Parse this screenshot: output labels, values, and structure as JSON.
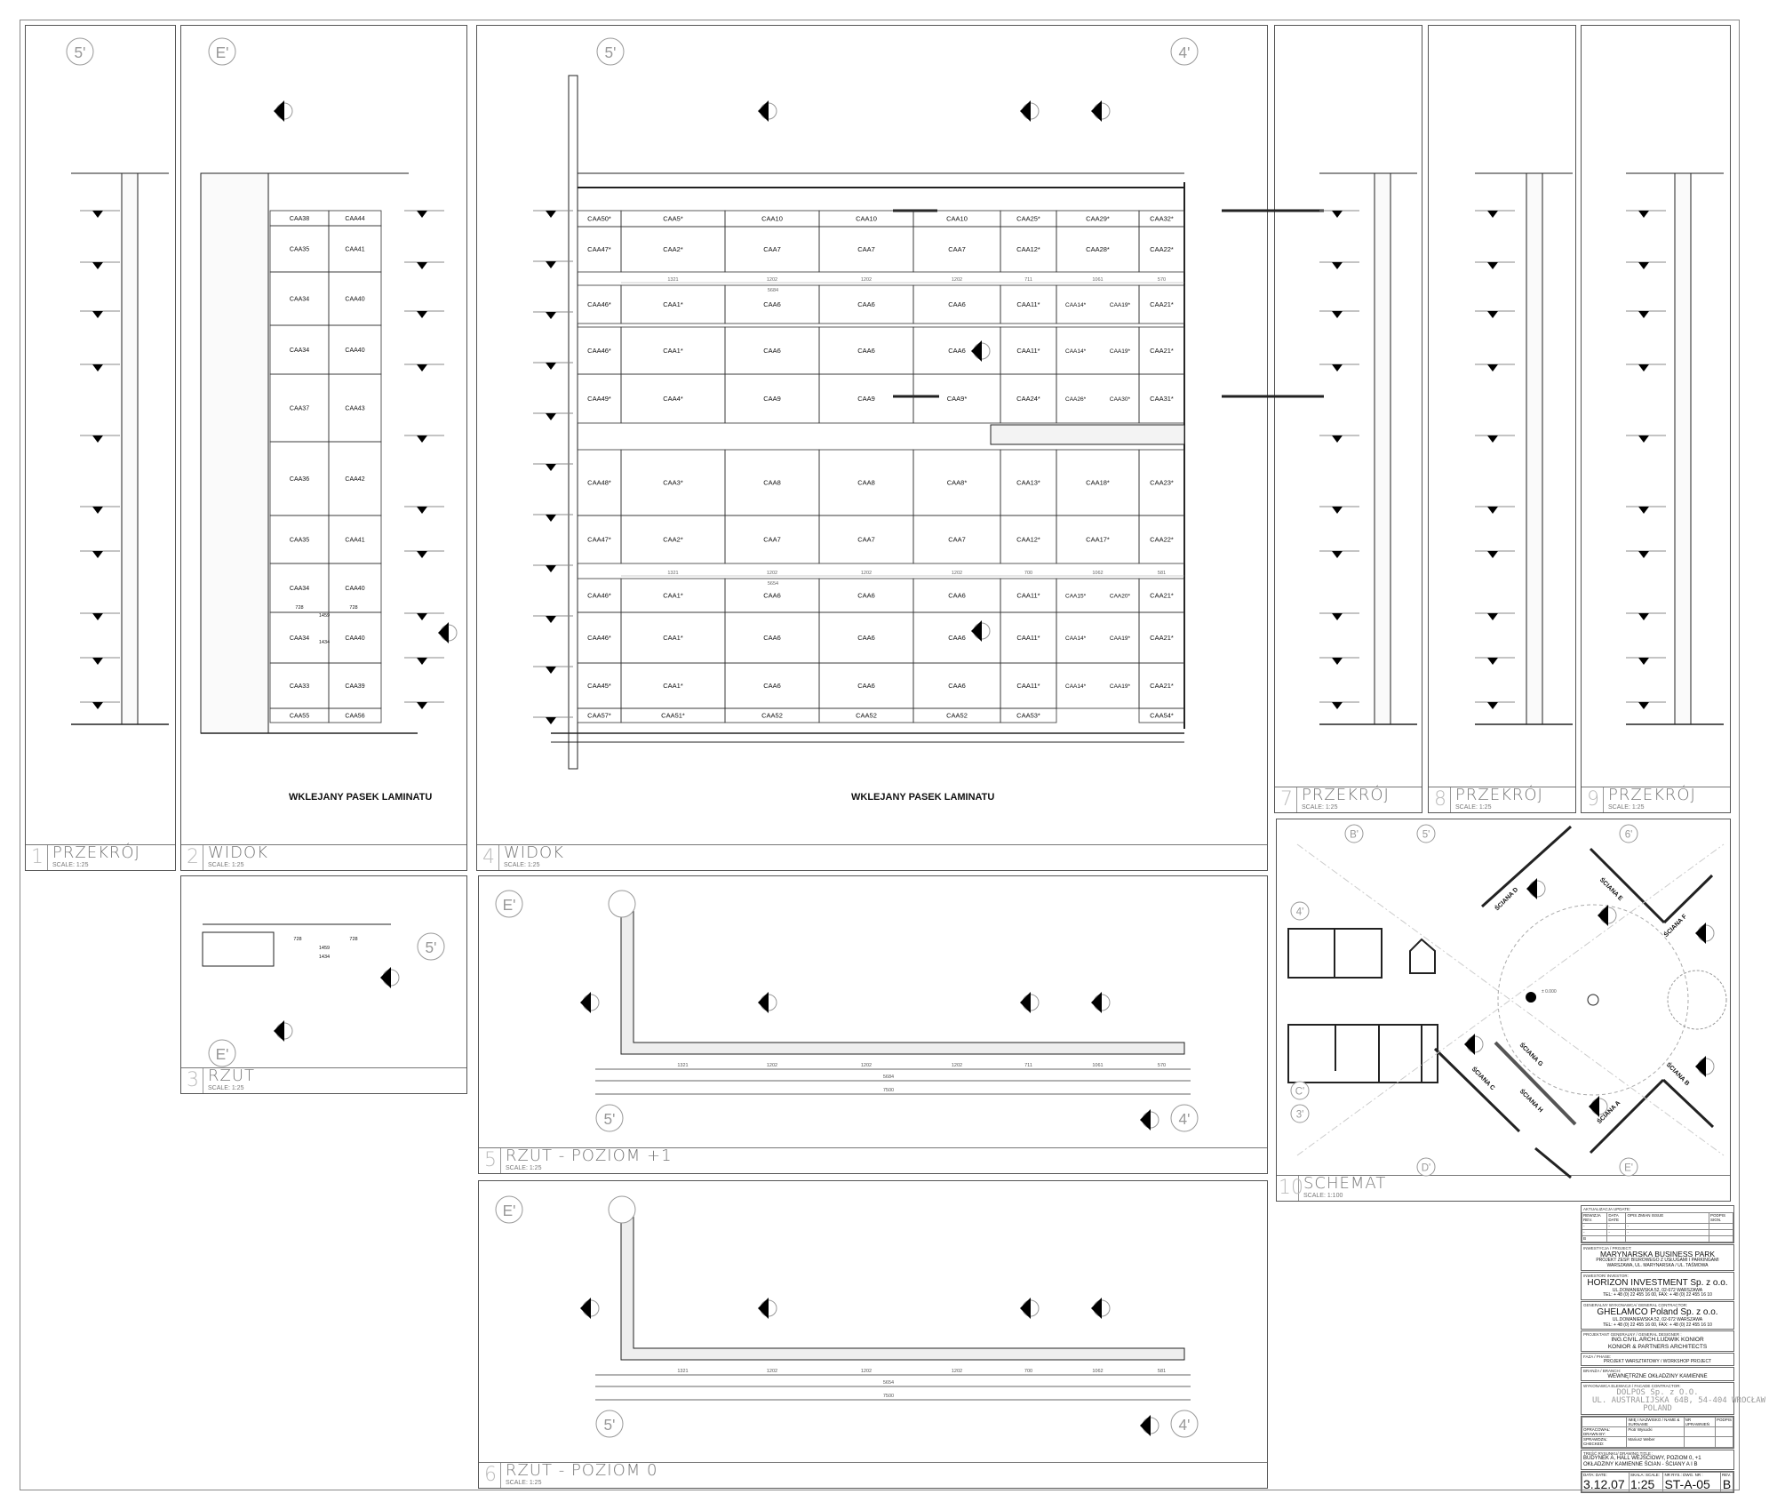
{
  "sheet": {
    "panels": [
      {
        "num": "1",
        "name": "PRZEKRÓJ",
        "scale": "SCALE: 1:25"
      },
      {
        "num": "2",
        "name": "WIDOK",
        "scale": "SCALE: 1:25"
      },
      {
        "num": "3",
        "name": "RZUT",
        "scale": "SCALE: 1:25"
      },
      {
        "num": "4",
        "name": "WIDOK",
        "scale": "SCALE: 1:25"
      },
      {
        "num": "5",
        "name": "RZUT  -  POZIOM +1",
        "scale": "SCALE: 1:25"
      },
      {
        "num": "6",
        "name": "RZUT  -  POZIOM 0",
        "scale": "SCALE: 1:25"
      },
      {
        "num": "7",
        "name": "PRZEKRÓJ",
        "scale": "SCALE: 1:25"
      },
      {
        "num": "8",
        "name": "PRZEKRÓJ",
        "scale": "SCALE: 1:25"
      },
      {
        "num": "9",
        "name": "PRZEKRÓJ",
        "scale": "SCALE: 1:25"
      },
      {
        "num": "10",
        "name": "SCHEMAT",
        "scale": "SCALE: 1:100"
      }
    ],
    "notes": {
      "laminate_strip": "WKLEJANY PASEK LAMINATU"
    },
    "grid_axes": {
      "a5": "5'",
      "e": "E'",
      "a4": "4'",
      "b": "B'",
      "a6": "6'",
      "c": "C'",
      "a3": "3'",
      "d": "D'"
    }
  },
  "elevation_main": {
    "rows": [
      [
        "CAA50*",
        "CAA5*",
        "CAA10",
        "CAA10",
        "CAA10",
        "CAA25*",
        "CAA29*",
        "CAA32*"
      ],
      [
        "CAA47*",
        "CAA2*",
        "CAA7",
        "CAA7",
        "CAA7",
        "CAA12*",
        "CAA28*",
        "CAA22*"
      ],
      [
        "CAA46*",
        "CAA1*",
        "CAA6",
        "CAA6",
        "CAA6",
        "CAA11*",
        [
          "CAA14*",
          "CAA19*"
        ],
        "CAA21*"
      ],
      [
        "CAA46*",
        "CAA1*",
        "CAA6",
        "CAA6",
        "CAA6",
        "CAA11*",
        [
          "CAA14*",
          "CAA19*"
        ],
        "CAA21*"
      ],
      [
        "CAA49*",
        "CAA4*",
        "CAA9",
        "CAA9",
        "CAA9*",
        "CAA24*",
        [
          "CAA26*",
          "CAA30*"
        ],
        "CAA31*"
      ],
      [
        "CAA48*",
        "CAA3*",
        "CAA8",
        "CAA8",
        "CAA8*",
        "CAA13*",
        "CAA18*",
        "CAA23*"
      ],
      [
        "CAA47*",
        "CAA2*",
        "CAA7",
        "CAA7",
        "CAA7",
        "CAA12*",
        "CAA17*",
        "CAA22*"
      ],
      [
        "CAA46*",
        "CAA1*",
        "CAA6",
        "CAA6",
        "CAA6",
        "CAA11*",
        [
          "CAA15*",
          "CAA20*"
        ],
        "CAA21*"
      ],
      [
        "CAA46*",
        "CAA1*",
        "CAA6",
        "CAA6",
        "CAA6",
        "CAA11*",
        [
          "CAA14*",
          "CAA19*"
        ],
        "CAA21*"
      ],
      [
        "CAA45*",
        "CAA1*",
        "CAA6",
        "CAA6",
        "CAA6",
        "CAA11*",
        [
          "CAA14*",
          "CAA19*"
        ],
        "CAA21*"
      ],
      [
        "CAA57*",
        "CAA51*",
        "CAA52",
        "CAA52",
        "CAA52",
        "CAA53*",
        "",
        "CAA54*"
      ]
    ],
    "dims_upper": [
      "1321",
      "1202",
      "1202",
      "1202",
      "711",
      "1061",
      "570"
    ],
    "dims_lower": [
      "1321",
      "1202",
      "1202",
      "1202",
      "700",
      "1062",
      "581"
    ],
    "dim_total_upper": "5684",
    "dim_total_lower": "5654"
  },
  "elevation_side": {
    "rows": [
      [
        "CAA38",
        "CAA44"
      ],
      [
        "CAA35",
        "CAA41"
      ],
      [
        "CAA34",
        "CAA40"
      ],
      [
        "CAA34",
        "CAA40"
      ],
      [
        "CAA37",
        "CAA43"
      ],
      [
        "CAA36",
        "CAA42"
      ],
      [
        "CAA35",
        "CAA41"
      ],
      [
        "CAA34",
        "CAA40"
      ],
      [
        "CAA34",
        "CAA40"
      ],
      [
        "CAA33",
        "CAA39"
      ],
      [
        "CAA55",
        "CAA56"
      ]
    ],
    "dims": [
      "728",
      "728",
      "1459",
      "1434"
    ]
  },
  "plans": {
    "level1_dims": [
      "1321",
      "1202",
      "1202",
      "1202",
      "711",
      "1061",
      "570"
    ],
    "level1_total": "5684",
    "level0_dims": [
      "1321",
      "1202",
      "1202",
      "1202",
      "700",
      "1062",
      "581"
    ],
    "level0_total": "5654",
    "overall": "7500"
  },
  "schemat": {
    "walls": [
      "ŚCIANA A",
      "ŚCIANA B",
      "ŚCIANA C",
      "ŚCIANA D",
      "ŚCIANA E",
      "ŚCIANA F",
      "ŚCIANA G",
      "ŚCIANA H"
    ],
    "level": "± 0.000"
  },
  "title_block": {
    "update_label": "AKTUALIZACJA UPDATE:",
    "rev_headers": [
      "REWIZJA REV.",
      "DATA DATE",
      "OPIS ZMIAN ISSUE",
      "PODPIS SIGN."
    ],
    "rev_row": "B",
    "project_label": "INWESTYCJA / PROJECT:",
    "project_name": "MARYNARSKA BUSINESS PARK",
    "project_desc": "PROJEKT ZESP. BIUROWEGO Z USŁUGAMI I PARKINGAMI",
    "project_addr": "WARSZAWA, UL. MARYNARSKA / UL. TAŚMOWA",
    "investor_label": "INWESTOR/ INVESTOR:",
    "investor_name": "HORIZON INVESTMENT Sp. z o.o.",
    "investor_addr": "UL.DOMANIEWSKA 52, 02-672 WARSZAWA",
    "investor_tel": "TEL: + 48 (0) 22 455 16 00, FAX: + 48 (0) 22 455 16 10",
    "contractor_label": "GENERALNY WYKONAWCA/ GENERAL CONTRACTOR:",
    "contractor_name": "GHELAMCO Poland Sp. z o.o.",
    "contractor_addr": "UL.DOMANIEWSKA 52, 02-672 WARSZAWA",
    "contractor_tel": "TEL: + 48 (0) 22 455 16 00, FAX: + 48 (0) 22 455 16 10",
    "designer_label": "PROJEKTANT GENERALNY / GENERAL DESIGNER :",
    "designer_name": "ING.CIVIL.ARCH.LUDWIK KONIOR",
    "designer_firm": "KONIOR & PARTNERS ARCHITECTS",
    "phase_label": "FAZA / PHASE:",
    "phase": "PROJEKT WARSZTATOWY / WORKSHOP PROJECT",
    "branch_label": "BRANŻA / BRANCH:",
    "branch": "WEWNĘTRZNE OKŁADZINY KAMIENNE",
    "facade_label": "WYKONAWCA ELEWACJI / FACADE CONTRACTOR:",
    "facade_name": "DOLPOS Sp. z O.O.",
    "facade_addr": "UL. AUSTRALIJSKA 64B,   54-404 WROCŁAW",
    "facade_country": "POLAND",
    "sign_headers": [
      "IMIĘ I NAZWISKO / NAME & SURNAME",
      "NR UPRAWNIEŃ",
      "PODPIS"
    ],
    "drawn_label": "OPRACOWAŁ: DRAWN BY:",
    "drawn_name": "Piotr Wysocki",
    "checked_label": "SPRAWDZIŁ: CHECKED:",
    "checked_name": "Mariusz Weber",
    "drawing_title_label": "TREŚĆ RYSUNKU/ DRAWING TITLE :",
    "drawing_title_1": "BUDYNEK A, HALL WEJŚCIOWY, POZIOM 0, +1",
    "drawing_title_2": "OKŁADZINY KAMIENNE ŚCIAN - ŚCIANY A I B",
    "date_label": "DATA: DATE:",
    "date": "3.12.07",
    "scale_label": "SKALA: SCALE:",
    "scale": "1:25",
    "dwg_label": "NR RYS.: DWG. NR :",
    "dwg": "ST-A-05",
    "rev_label": "REV.",
    "rev": "B"
  }
}
